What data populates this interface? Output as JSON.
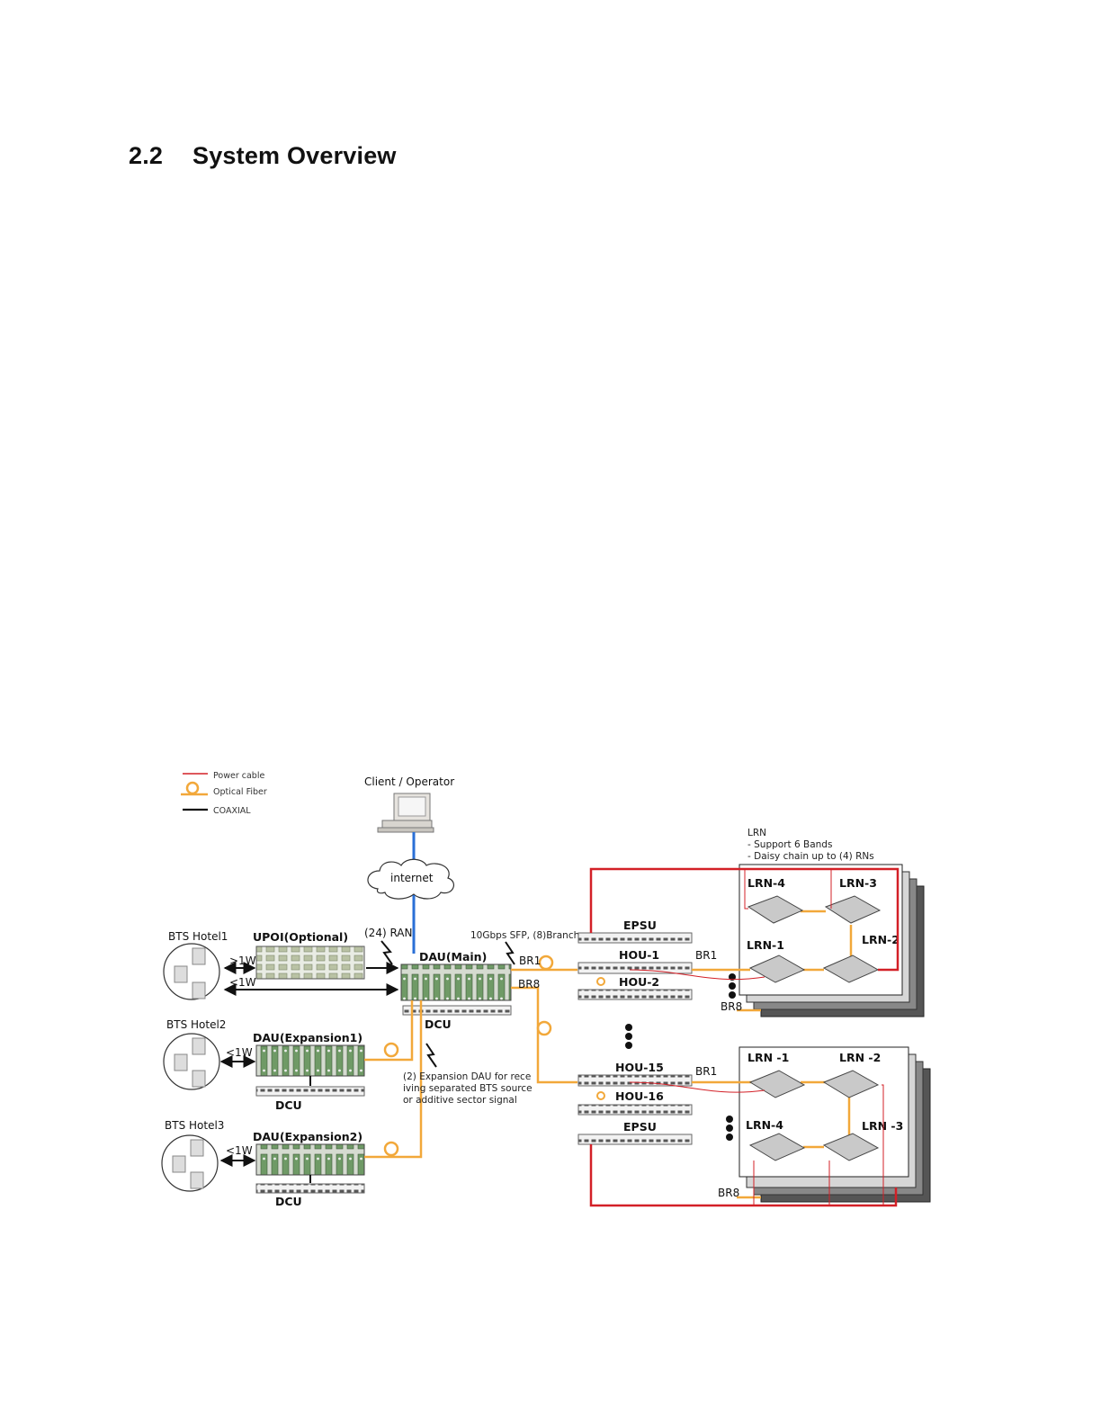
{
  "heading": {
    "number": "2.2",
    "title": "System Overview"
  },
  "legend": {
    "power": "Power cable",
    "fiber": "Optical Fiber",
    "coax": "COAXIAL"
  },
  "client": {
    "label": "Client / Operator",
    "cloud": "internet"
  },
  "bts": {
    "hotel1": "BTS Hotel1",
    "hotel2": "BTS Hotel2",
    "hotel3": "BTS Hotel3"
  },
  "power_labels": {
    "gt1w": ">1W",
    "lt1w_a": "<1W",
    "lt1w_b": "<1W",
    "lt1w_c": "<1W"
  },
  "units": {
    "upoi": "UPOI(Optional)",
    "ran": "(24) RAN",
    "dau_main": "DAU(Main)",
    "dcu_main": "DCU",
    "dau_exp1": "DAU(Expansion1)",
    "dcu_exp1": "DCU",
    "dau_exp2": "DAU(Expansion2)",
    "dcu_exp2": "DCU",
    "sfp": "10Gbps SFP, (8)Branch",
    "epsu_top": "EPSU",
    "epsu_bottom": "EPSU",
    "hou1": "HOU-1",
    "hou2": "HOU-2",
    "hou15": "HOU-15",
    "hou16": "HOU-16"
  },
  "branches": {
    "br1_main": "BR1",
    "br8_main": "BR8",
    "br1_top": "BR1",
    "br8_top": "BR8",
    "br1_bottom": "BR1",
    "br8_bottom": "BR8"
  },
  "expansion_note": [
    "(2) Expansion DAU for rece",
    "iving separated BTS source",
    "or additive sector signal"
  ],
  "lrn_note": [
    "LRN",
    "- Support 6 Bands",
    "- Daisy chain up to (4) RNs"
  ],
  "lrn_top": {
    "n4": "LRN-4",
    "n3": "LRN-3",
    "n1": "LRN-1",
    "n2": "LRN-2"
  },
  "lrn_bottom": {
    "n1": "LRN -1",
    "n2": "LRN -2",
    "n4": "LRN-4",
    "n3": "LRN -3"
  },
  "colors": {
    "fiber": "#f2a83a",
    "power": "#d32027",
    "coax": "#111111",
    "internet": "#2a6fd6"
  }
}
